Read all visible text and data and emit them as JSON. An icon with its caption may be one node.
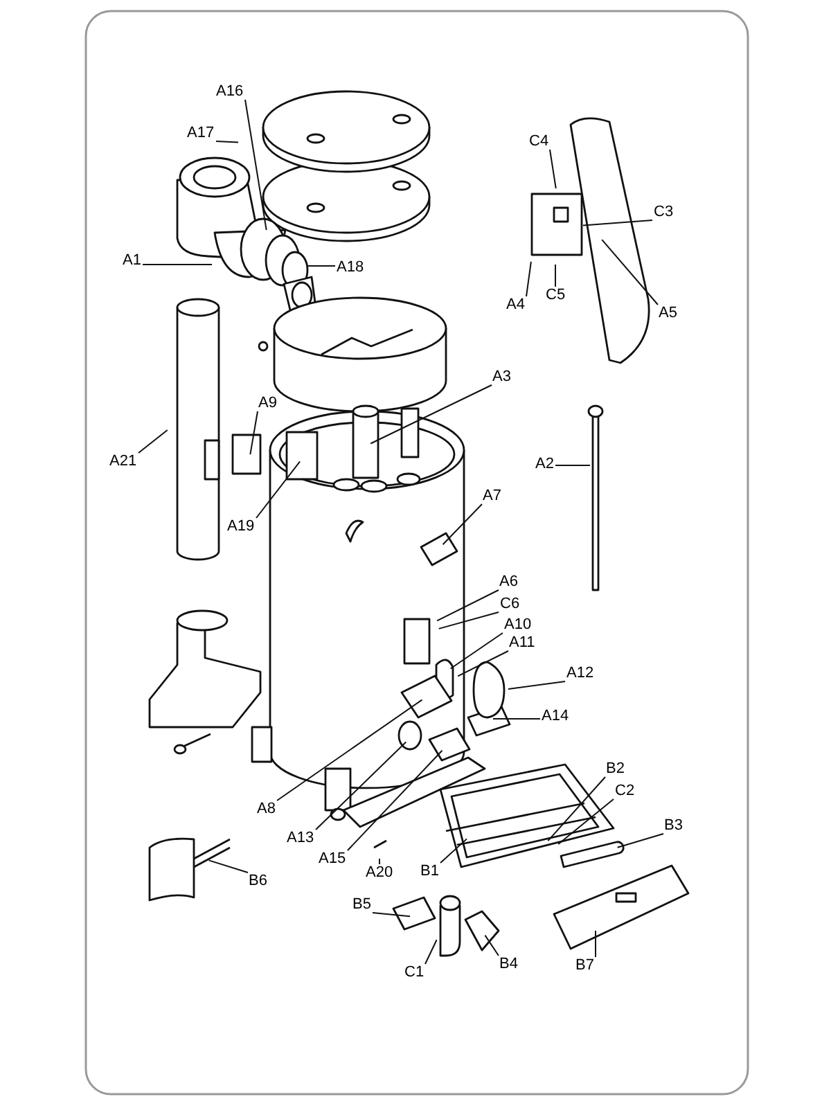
{
  "diagram": {
    "nodes": [
      {
        "text": [
          "A16"
        ]
      },
      {
        "text": [
          "A17"
        ]
      },
      {
        "text": [
          "A1"
        ]
      },
      {
        "text": [
          "A18"
        ]
      },
      {
        "text": [
          "C4"
        ]
      },
      {
        "text": [
          "C3"
        ]
      },
      {
        "text": [
          "A4"
        ]
      },
      {
        "text": [
          "C5"
        ]
      },
      {
        "text": [
          "A5"
        ]
      },
      {
        "text": [
          "A3"
        ]
      },
      {
        "text": [
          "A21"
        ]
      },
      {
        "text": [
          "A9"
        ]
      },
      {
        "text": [
          "A2"
        ]
      },
      {
        "text": [
          "A19"
        ]
      },
      {
        "text": [
          "A7"
        ]
      },
      {
        "text": [
          "A6"
        ]
      },
      {
        "text": [
          "C6"
        ]
      },
      {
        "text": [
          "A10"
        ]
      },
      {
        "text": [
          "A11"
        ]
      },
      {
        "text": [
          "A12"
        ]
      },
      {
        "text": [
          "A14"
        ]
      },
      {
        "text": [
          "B2"
        ]
      },
      {
        "text": [
          "C2"
        ]
      },
      {
        "text": [
          "B3"
        ]
      },
      {
        "text": [
          "A8"
        ]
      },
      {
        "text": [
          "A13"
        ]
      },
      {
        "text": [
          "A15"
        ]
      },
      {
        "text": [
          "A20"
        ]
      },
      {
        "text": [
          "B1"
        ]
      },
      {
        "text": [
          "B6"
        ]
      },
      {
        "text": [
          "B5"
        ]
      },
      {
        "text": [
          "C1"
        ]
      },
      {
        "text": [
          "B4"
        ]
      },
      {
        "text": [
          "B7"
        ]
      }
    ],
    "edges": [
      {
        "from": 0,
        "to": null,
        "arrow": "none"
      },
      {
        "from": 1,
        "to": null,
        "arrow": "none"
      },
      {
        "from": 2,
        "to": null,
        "arrow": "none"
      },
      {
        "from": 3,
        "to": null,
        "arrow": "none"
      },
      {
        "from": 4,
        "to": null,
        "arrow": "none"
      },
      {
        "from": 5,
        "to": null,
        "arrow": "none"
      },
      {
        "from": 6,
        "to": null,
        "arrow": "none"
      },
      {
        "from": 7,
        "to": null,
        "arrow": "none"
      },
      {
        "from": 8,
        "to": null,
        "arrow": "none"
      },
      {
        "from": 9,
        "to": null,
        "arrow": "none"
      },
      {
        "from": 10,
        "to": null,
        "arrow": "none"
      },
      {
        "from": 11,
        "to": null,
        "arrow": "none"
      },
      {
        "from": 12,
        "to": null,
        "arrow": "none"
      },
      {
        "from": 13,
        "to": null,
        "arrow": "none"
      },
      {
        "from": 14,
        "to": null,
        "arrow": "none"
      },
      {
        "from": 15,
        "to": null,
        "arrow": "none"
      },
      {
        "from": 16,
        "to": null,
        "arrow": "none"
      },
      {
        "from": 17,
        "to": null,
        "arrow": "none"
      },
      {
        "from": 18,
        "to": null,
        "arrow": "none"
      },
      {
        "from": 19,
        "to": null,
        "arrow": "none"
      },
      {
        "from": 20,
        "to": null,
        "arrow": "none"
      },
      {
        "from": 21,
        "to": null,
        "arrow": "none"
      },
      {
        "from": 22,
        "to": null,
        "arrow": "none"
      },
      {
        "from": 23,
        "to": null,
        "arrow": "none"
      },
      {
        "from": 24,
        "to": null,
        "arrow": "none"
      },
      {
        "from": 25,
        "to": null,
        "arrow": "none"
      },
      {
        "from": 26,
        "to": null,
        "arrow": "none"
      },
      {
        "from": 27,
        "to": null,
        "arrow": "none"
      },
      {
        "from": 28,
        "to": null,
        "arrow": "none"
      },
      {
        "from": 29,
        "to": null,
        "arrow": "none"
      },
      {
        "from": 30,
        "to": null,
        "arrow": "none"
      },
      {
        "from": 31,
        "to": null,
        "arrow": "none"
      },
      {
        "from": 32,
        "to": null,
        "arrow": "none"
      },
      {
        "from": 33,
        "to": null,
        "arrow": "none"
      }
    ]
  }
}
